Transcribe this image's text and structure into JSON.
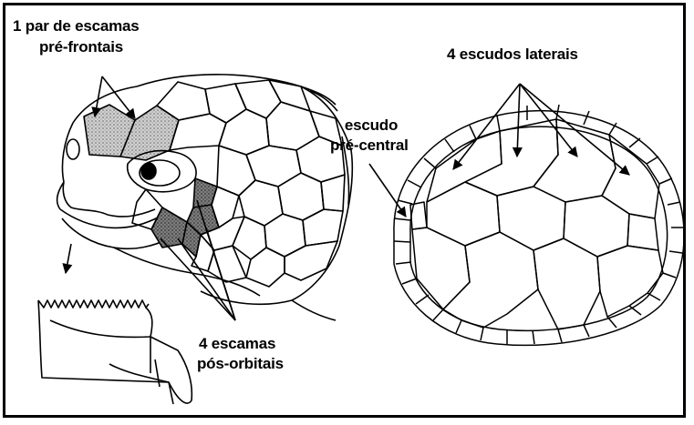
{
  "labels": {
    "prefrontal_line1": "1 par de escamas",
    "prefrontal_line2": "pré-frontais",
    "postorbital_line1": "4 escamas",
    "postorbital_line2": "pós-orbitais",
    "lateral_scutes": "4 escudos  laterais",
    "precentral_line1": "escudo",
    "precentral_line2": "pré-central"
  },
  "colors": {
    "line": "#000000",
    "shaded_scale": "#8a8a8a",
    "background": "#ffffff"
  }
}
